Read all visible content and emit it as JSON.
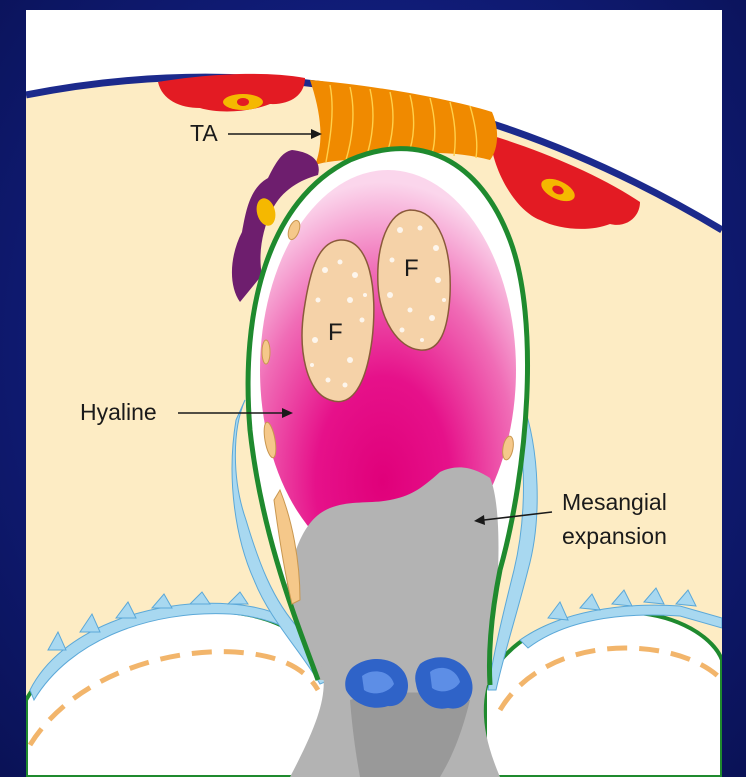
{
  "labels": {
    "ta": "TA",
    "f_left": "F",
    "f_right": "F",
    "hyaline": "Hyaline",
    "mesangial_line1": "Mesangial",
    "mesangial_line2": "expansion"
  },
  "colors": {
    "background": "#101c78",
    "panel": "#ffffff",
    "bowman_space": "#fdecc4",
    "bowman_capsule": "#1c2a8c",
    "endothelial_red": "#e31b23",
    "nucleus_yellow": "#f5b800",
    "tip_adhesion_orange": "#f08a00",
    "podocyte_purple": "#6e1e6e",
    "basement_membrane_green": "#1f8a2e",
    "hyaline_magenta": "#e0007a",
    "hyaline_light": "#f8c8e4",
    "foam_cell": "#f5d2a8",
    "mesangium_gray": "#b3b3b3",
    "nucleus_blue": "#2f63c8",
    "epithelium_lightblue": "#a8d8f0",
    "dashed_orange": "#f2b56b"
  }
}
